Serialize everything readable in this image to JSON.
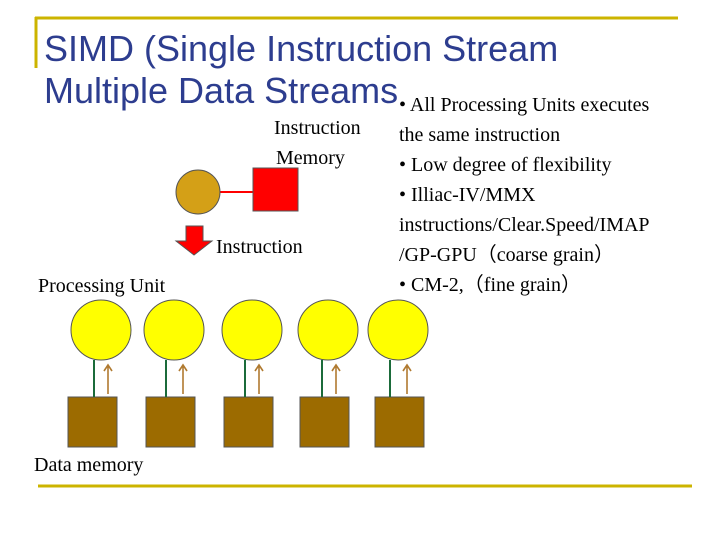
{
  "slide": {
    "title_line1": "SIMD (Single Instruction Stream",
    "title_line2": "Multiple Data Streams"
  },
  "bullets": [
    "• All Processing Units executes",
    "the same instruction",
    "• Low degree of flexibility",
    "• Illiac-IV/MMX",
    "instructions/Clear.Speed/IMAP",
    "/GP-GPU（coarse grain）",
    "• CM-2,（fine grain）"
  ],
  "diagram": {
    "instruction_memory_label_1": "Instruction",
    "instruction_memory_label_2": "Memory",
    "instruction_label": "Instruction",
    "processing_unit_label": "Processing Unit",
    "data_memory_label": "Data memory"
  },
  "colors": {
    "accent_line": "#ccb400",
    "title": "#2d3d8f",
    "controller": "#d4a017",
    "instruction_memory": "#ff0000",
    "processing_unit": "#ffff00",
    "data_memory": "#9c6b00",
    "arrow": "#1b6b3a"
  }
}
